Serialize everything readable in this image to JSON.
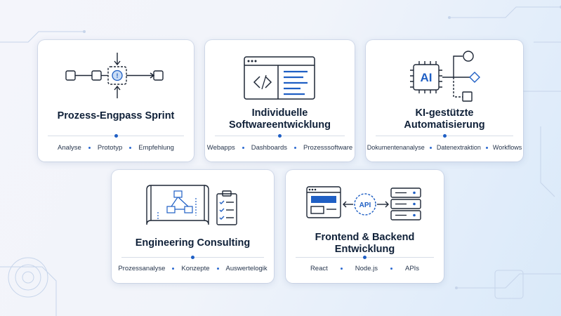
{
  "cards": [
    {
      "title": "Prozess-Engpass Sprint",
      "tags": [
        "Analyse",
        "Prototyp",
        "Empfehlung"
      ],
      "icon": "bottleneck-flow-icon"
    },
    {
      "title": "Individuelle\nSoftwareentwicklung",
      "tags": [
        "Webapps",
        "Dashboards",
        "Prozesssoftware"
      ],
      "icon": "code-window-icon"
    },
    {
      "title": "KI-gestützte\nAutomatisierung",
      "tags": [
        "Dokumentenanalyse",
        "Datenextraktion",
        "Workflows"
      ],
      "icon": "ai-chip-icon",
      "chip_label": "AI"
    },
    {
      "title": "Engineering Consulting",
      "tags": [
        "Prozessanalyse",
        "Konzepte",
        "Auswertelogik"
      ],
      "icon": "blueprint-checklist-icon"
    },
    {
      "title": "Frontend & Backend\nEntwicklung",
      "tags": [
        "React",
        "Node.js",
        "APIs"
      ],
      "icon": "api-server-icon",
      "api_label": "API"
    }
  ],
  "colors": {
    "accent": "#1f5fc4",
    "text": "#0f2038",
    "icon_stroke": "#1d2635",
    "accent_fill": "#c9dcf5"
  }
}
